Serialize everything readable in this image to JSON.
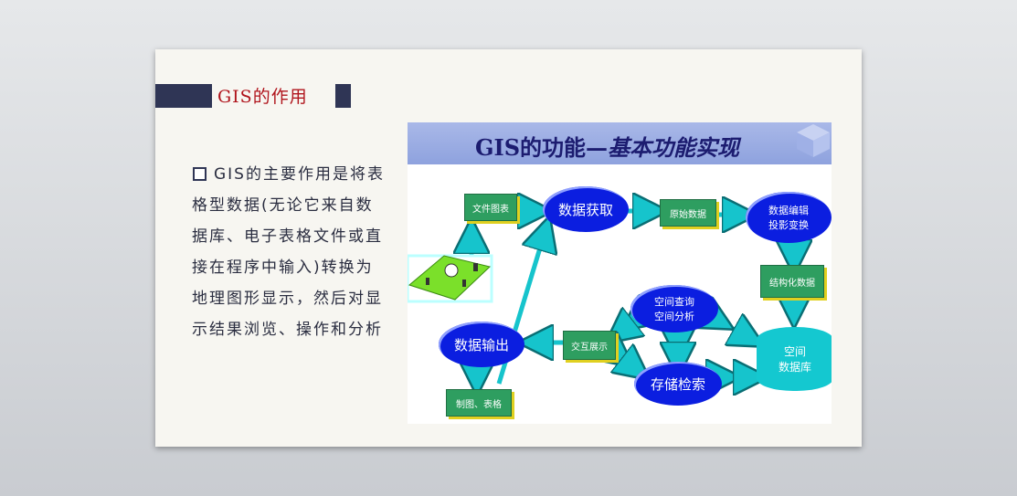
{
  "slide": {
    "title": "GIS的作用",
    "body": "GIS的主要作用是将表格型数据(无论它来自数据库、电子表格文件或直接在程序中输入)转换为地理图形显示，然后对显示结果浏览、操作和分析"
  },
  "figure": {
    "title_plain": "GIS的功能—",
    "title_italic": "基本功能实现",
    "nodes": {
      "file_table": "文件图表",
      "data_acquire": "数据获取",
      "raw_data": "原始数据",
      "data_edit_1": "数据编辑",
      "data_edit_2": "投影变换",
      "structured_data": "结构化数据",
      "spatial_query_1": "空间查询",
      "spatial_query_2": "空间分析",
      "interactive_display": "交互展示",
      "data_output": "数据输出",
      "storage_retrieval": "存储检索",
      "spatial_db_1": "空间",
      "spatial_db_2": "数据库",
      "map_table": "制图、表格"
    }
  },
  "colors": {
    "title_red": "#b0141c",
    "navy": "#2f3555",
    "arrow_cyan": "#16c4cc",
    "node_green": "#2e9e60",
    "node_blue": "#0b1ee0"
  }
}
